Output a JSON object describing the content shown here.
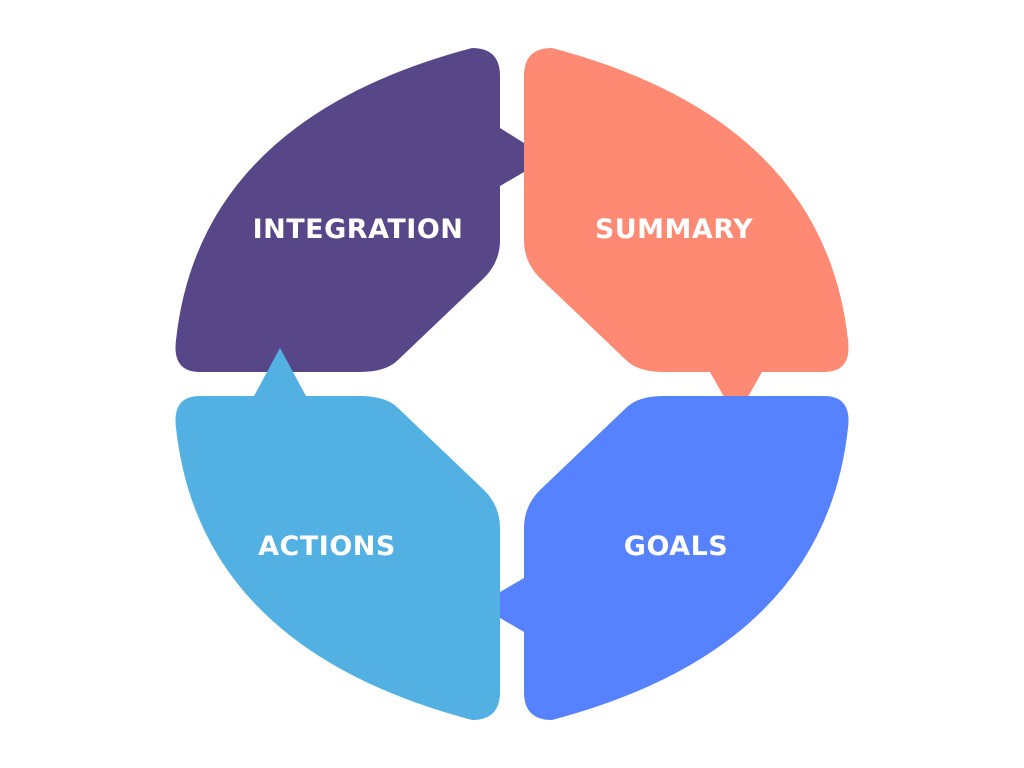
{
  "diagram": {
    "segments": [
      {
        "key": "integration",
        "label": "INTEGRATION",
        "color": "#574789"
      },
      {
        "key": "summary",
        "label": "SUMMARY",
        "color": "#FF8A73"
      },
      {
        "key": "goals",
        "label": "GOALS",
        "color": "#5682FF"
      },
      {
        "key": "actions",
        "label": "ACTIONS",
        "color": "#52B1E2"
      }
    ]
  }
}
